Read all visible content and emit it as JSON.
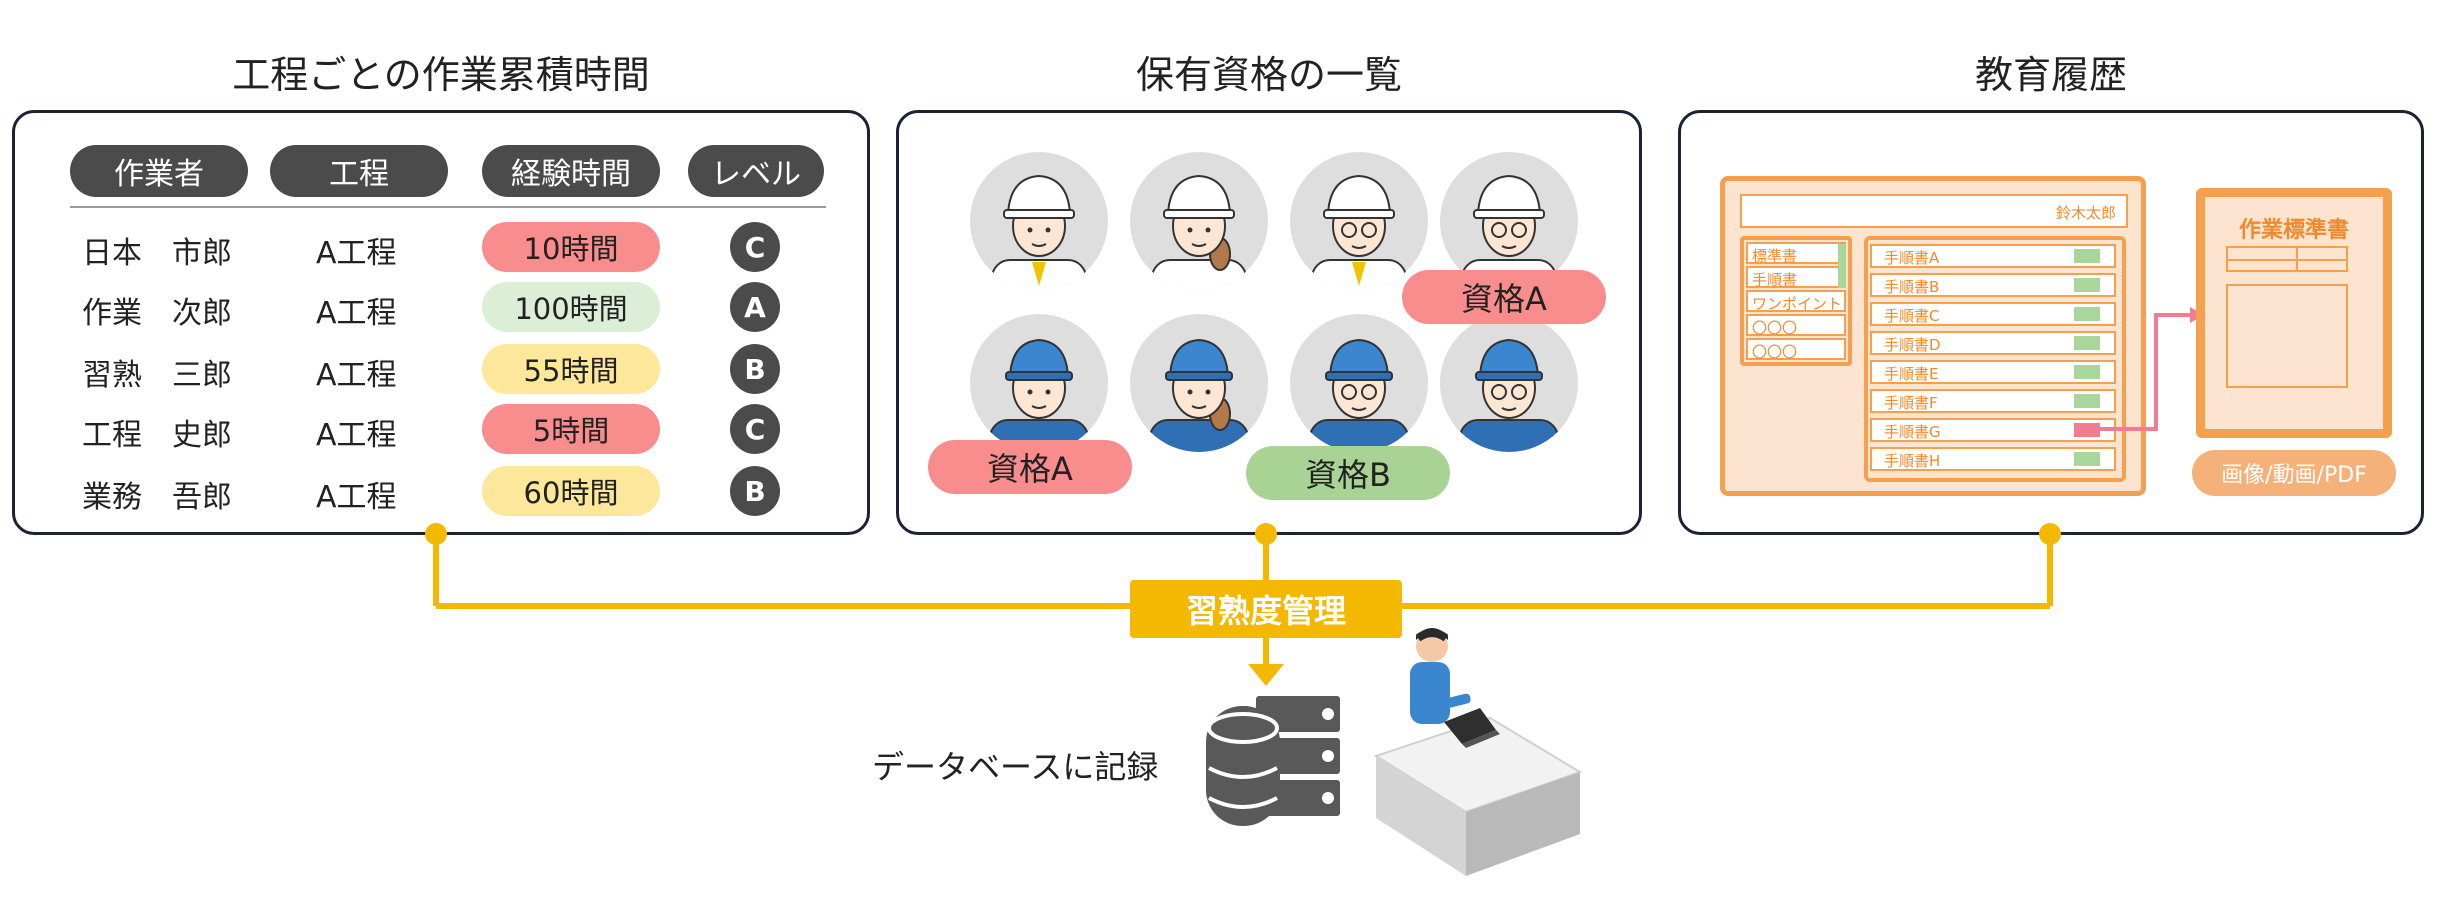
{
  "titles": {
    "left": "工程ごとの作業累積時間",
    "center": "保有資格の一覧",
    "right": "教育履歴"
  },
  "table": {
    "headers": [
      "作業者",
      "工程",
      "経験時間",
      "レベル"
    ],
    "rows": [
      {
        "name": "日本　市郎",
        "process": "A工程",
        "hours": "10時間",
        "level": "C",
        "color": "#f98d8d"
      },
      {
        "name": "作業　次郎",
        "process": "A工程",
        "hours": "100時間",
        "level": "A",
        "color": "#dcefd6"
      },
      {
        "name": "習熟　三郎",
        "process": "A工程",
        "hours": "55時間",
        "level": "B",
        "color": "#fde79a"
      },
      {
        "name": "工程　史郎",
        "process": "A工程",
        "hours": "5時間",
        "level": "C",
        "color": "#f98d8d"
      },
      {
        "name": "業務　吾郎",
        "process": "A工程",
        "hours": "60時間",
        "level": "B",
        "color": "#fde79a"
      }
    ]
  },
  "qualifications": {
    "badge_a_top": "資格A",
    "badge_a_bottom": "資格A",
    "badge_b": "資格B",
    "colors": {
      "a": "#f98d8d",
      "b": "#a9d394"
    }
  },
  "education": {
    "person": "鈴木太郎",
    "categories": [
      "標準書",
      "手順書",
      "ワンポイント",
      "〇〇〇",
      "〇〇〇"
    ],
    "manuals": [
      "手順書A",
      "手順書B",
      "手順書C",
      "手順書D",
      "手順書E",
      "手順書F",
      "手順書G",
      "手順書H"
    ],
    "standard_doc": "作業標準書",
    "media": "画像/動画/PDF"
  },
  "center": {
    "label": "習熟度管理",
    "db_label": "データベースに記録"
  },
  "colors": {
    "accent": "#f5b800",
    "orange": "#f5a04f",
    "dark": "#4b4b4b"
  }
}
